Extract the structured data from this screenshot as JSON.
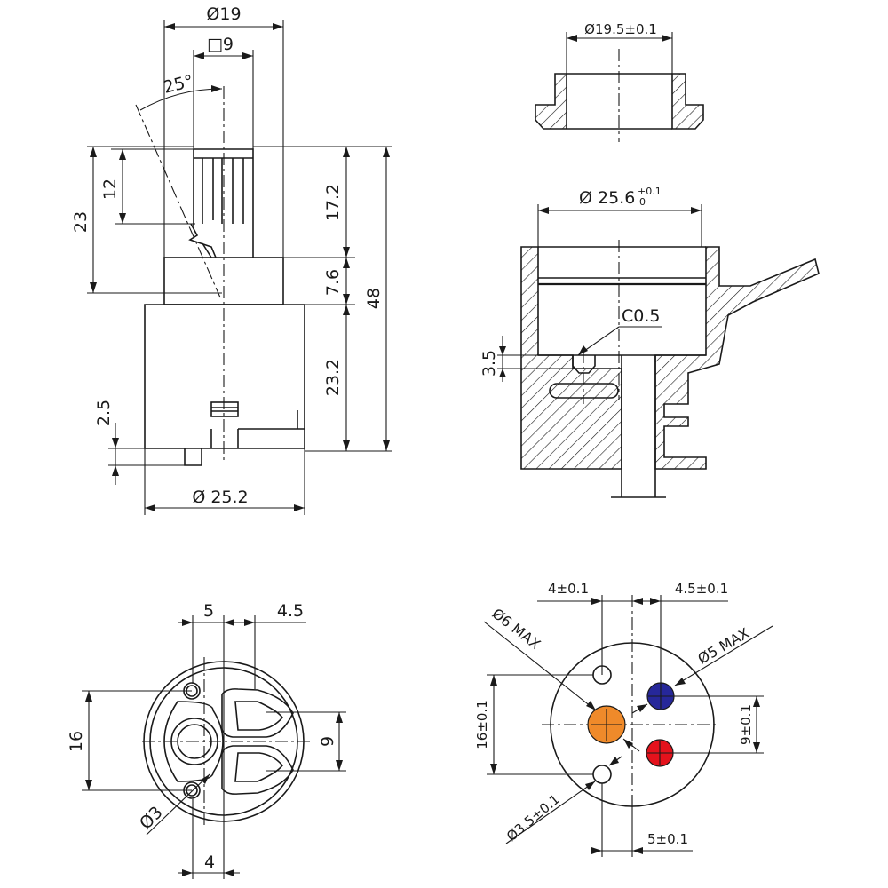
{
  "side_view": {
    "dims": {
      "d19": "Ø19",
      "sq9": "□9",
      "angle": "25°",
      "h12": "12",
      "h23": "23",
      "h17_2": "17.2",
      "h7_6": "7.6",
      "h23_2": "23.2",
      "h48": "48",
      "h2_5": "2.5",
      "d25_2": "Ø 25.2"
    }
  },
  "ring_view": {
    "dims": {
      "d19_5": "Ø19.5±0.1"
    }
  },
  "seat_section": {
    "dims": {
      "d25_6_main": "Ø 25.6",
      "d25_6_tol_upper": "+0.1",
      "d25_6_tol_lower": "0",
      "chamfer": "C0.5",
      "h3_5": "3.5"
    }
  },
  "bottom_view": {
    "dims": {
      "w5": "5",
      "w4_5": "4.5",
      "h16": "16",
      "h9": "9",
      "d3": "Ø3",
      "w4": "4"
    }
  },
  "port_layout": {
    "dims": {
      "x4": "4±0.1",
      "x4_5": "4.5±0.1",
      "d6max": "Ø6 MAX",
      "d5max": "Ø5 MAX",
      "h16": "16±0.1",
      "h9": "9±0.1",
      "d3_5": "Ø3.5±0.1",
      "x5": "5±0.1"
    },
    "colors": {
      "mixed_port": "#ef8a2a",
      "cold_port": "#26279a",
      "hot_port": "#e4121c"
    }
  }
}
